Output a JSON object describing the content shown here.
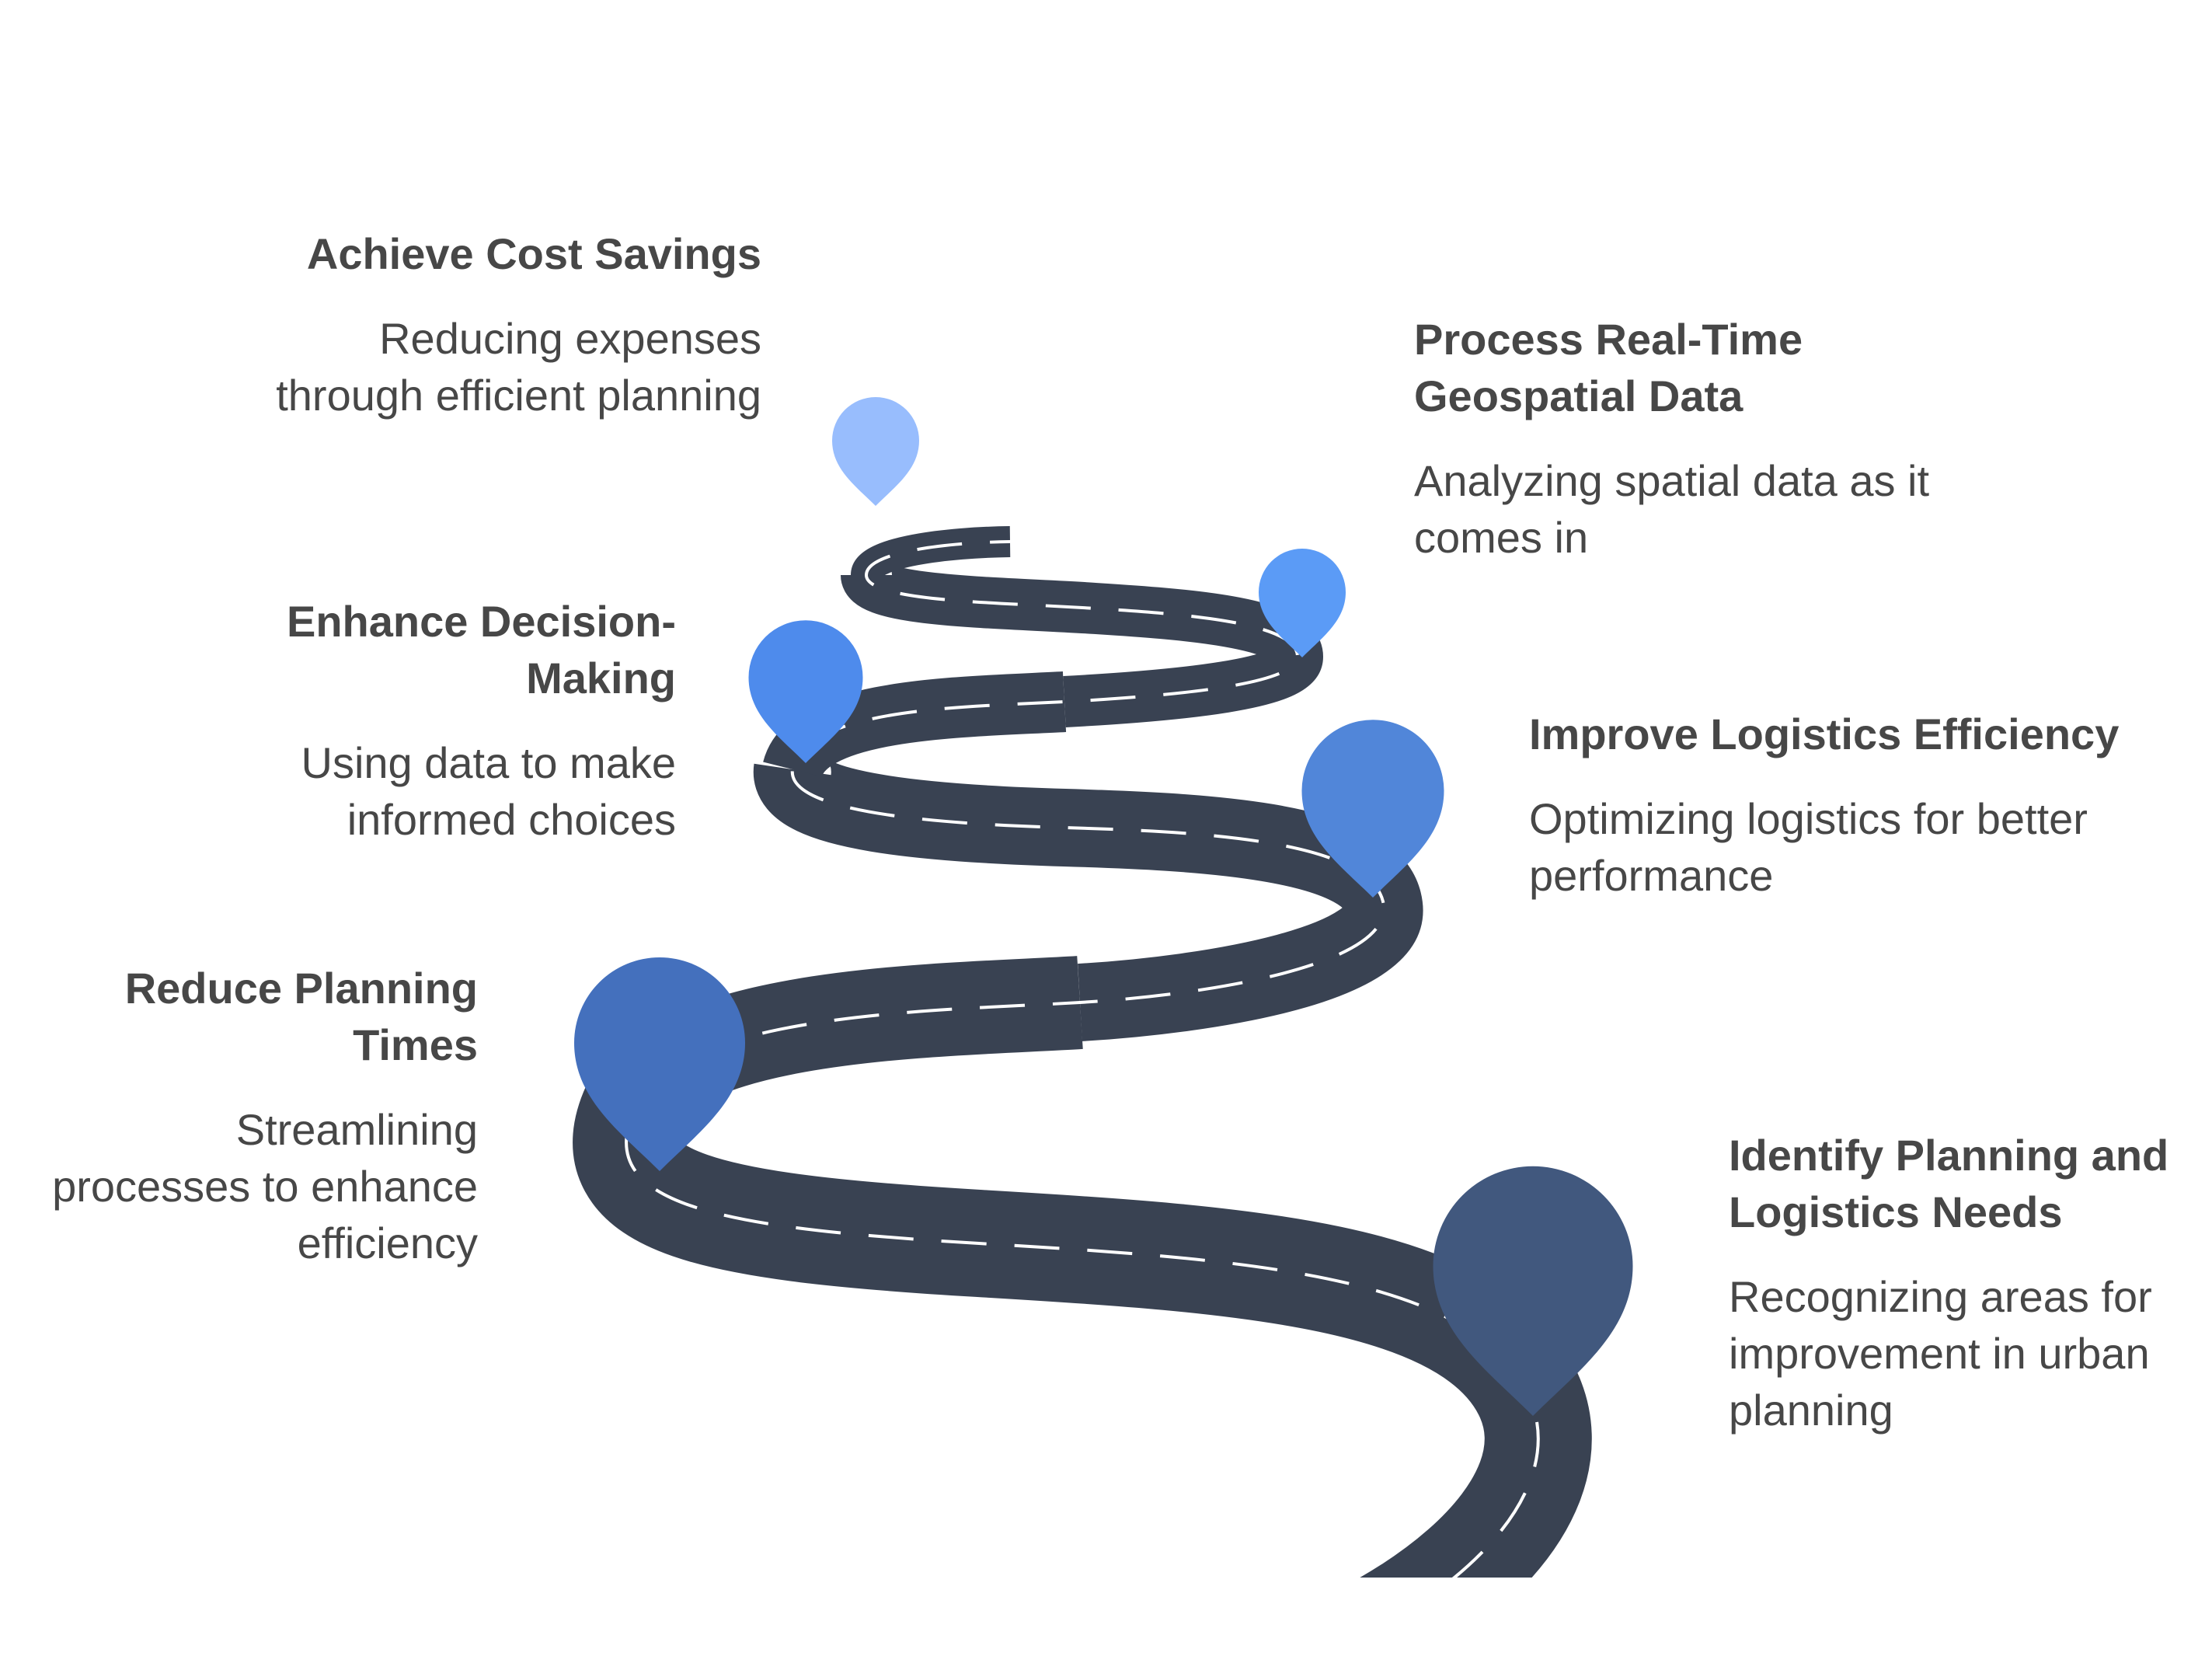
{
  "diagram": {
    "steps": [
      {
        "id": 1,
        "title": "Identify Planning and Logistics Needs",
        "description": "Recognizing areas for improvement in urban planning",
        "pin_color": "#41587E"
      },
      {
        "id": 2,
        "title": "Reduce Planning Times",
        "description": "Streamlining processes to enhance efficiency",
        "pin_color": "#4470BD"
      },
      {
        "id": 3,
        "title": "Improve Logistics Efficiency",
        "description": "Optimizing logistics for better performance",
        "pin_color": "#5186D9"
      },
      {
        "id": 4,
        "title": "Enhance Decision-Making",
        "description": "Using data to make informed choices",
        "pin_color": "#4E8BEC"
      },
      {
        "id": 5,
        "title": "Process Real-Time Geospatial Data",
        "description": "Analyzing spatial data as it comes in",
        "pin_color": "#5B9BF6"
      },
      {
        "id": 6,
        "title": "Achieve Cost Savings",
        "description": "Reducing expenses through efficient planning",
        "pin_color": "#98BDFD"
      }
    ],
    "colors": {
      "road": "#394252",
      "road_dash": "#FFFFFF",
      "text": "#474747"
    }
  }
}
